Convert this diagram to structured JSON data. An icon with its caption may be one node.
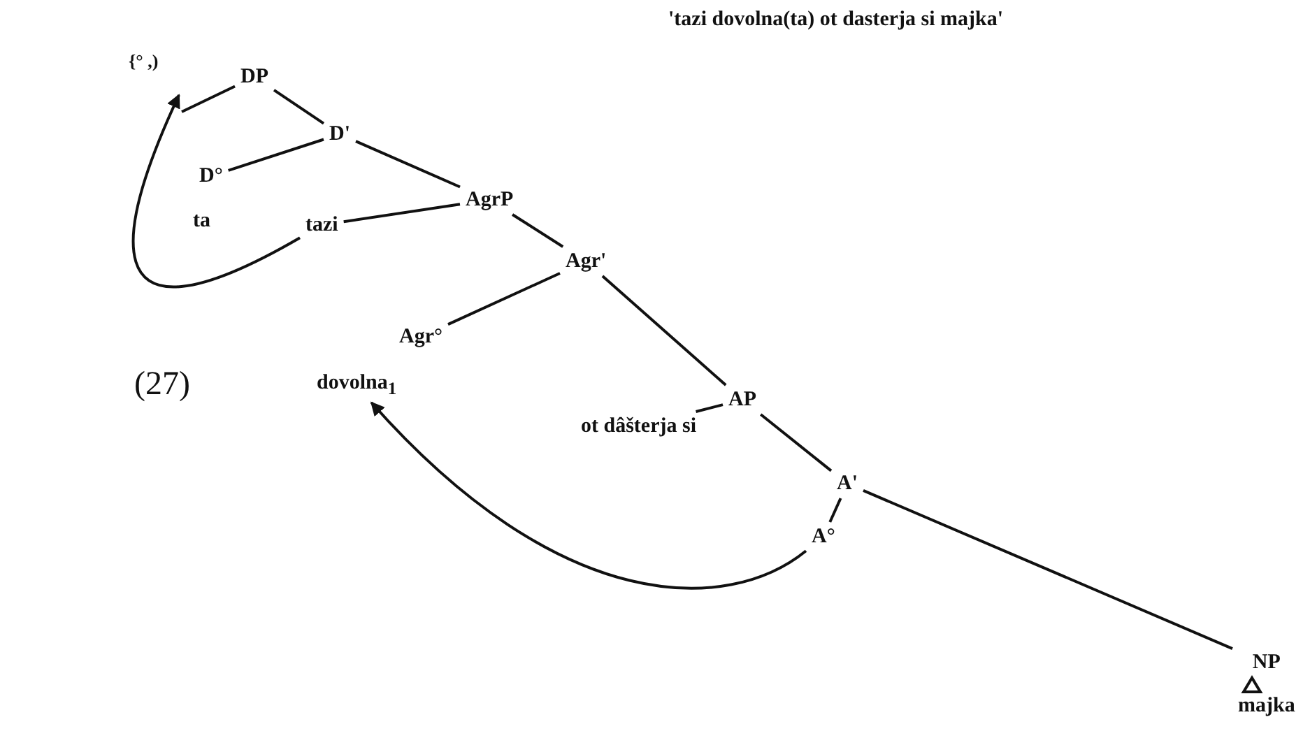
{
  "diagram": {
    "title": "'tazi dovolna(ta) ot dasterja si majka'",
    "nodes": [
      {
        "text": [
          "DP"
        ]
      },
      {
        "text": [
          "D'"
        ]
      },
      {
        "text": [
          "D°"
        ]
      },
      {
        "text": [
          "AgrP"
        ]
      },
      {
        "text": [
          "tazi"
        ]
      },
      {
        "text": [
          "Agr'"
        ]
      },
      {
        "text": [
          "Agr°"
        ]
      },
      {
        "text": [
          "dovolna$_{1}$"
        ]
      },
      {
        "text": [
          "AP"
        ]
      },
      {
        "text": [
          "ot dâšterja si"
        ]
      },
      {
        "text": [
          "A'"
        ]
      },
      {
        "text": [
          "A°"
        ]
      },
      {
        "text": [
          "NP",
          "majka"
        ]
      }
    ],
    "edges": [
      {
        "from": 0,
        "to": null,
        "arrow": "none"
      },
      {
        "from": 0,
        "to": 1,
        "arrow": "none"
      },
      {
        "from": 1,
        "to": 2,
        "arrow": "none"
      },
      {
        "from": 1,
        "to": 3,
        "arrow": "none"
      },
      {
        "from": 3,
        "to": 4,
        "arrow": "none"
      },
      {
        "from": 3,
        "to": 5,
        "arrow": "none"
      },
      {
        "from": 5,
        "to": 6,
        "arrow": "none"
      },
      {
        "from": 5,
        "to": 8,
        "arrow": "none"
      },
      {
        "from": 8,
        "to": 9,
        "arrow": "none"
      },
      {
        "from": 8,
        "to": 10,
        "arrow": "none"
      },
      {
        "from": 10,
        "to": 11,
        "arrow": "none"
      },
      {
        "from": 10,
        "to": 12,
        "arrow": "none"
      },
      {
        "from": 11,
        "to": 7,
        "arrow": "to"
      },
      {
        "from": 4,
        "to": null,
        "arrow": "to"
      }
    ],
    "labels": [
      "{° ,)",
      "ta",
      "(27)"
    ]
  }
}
